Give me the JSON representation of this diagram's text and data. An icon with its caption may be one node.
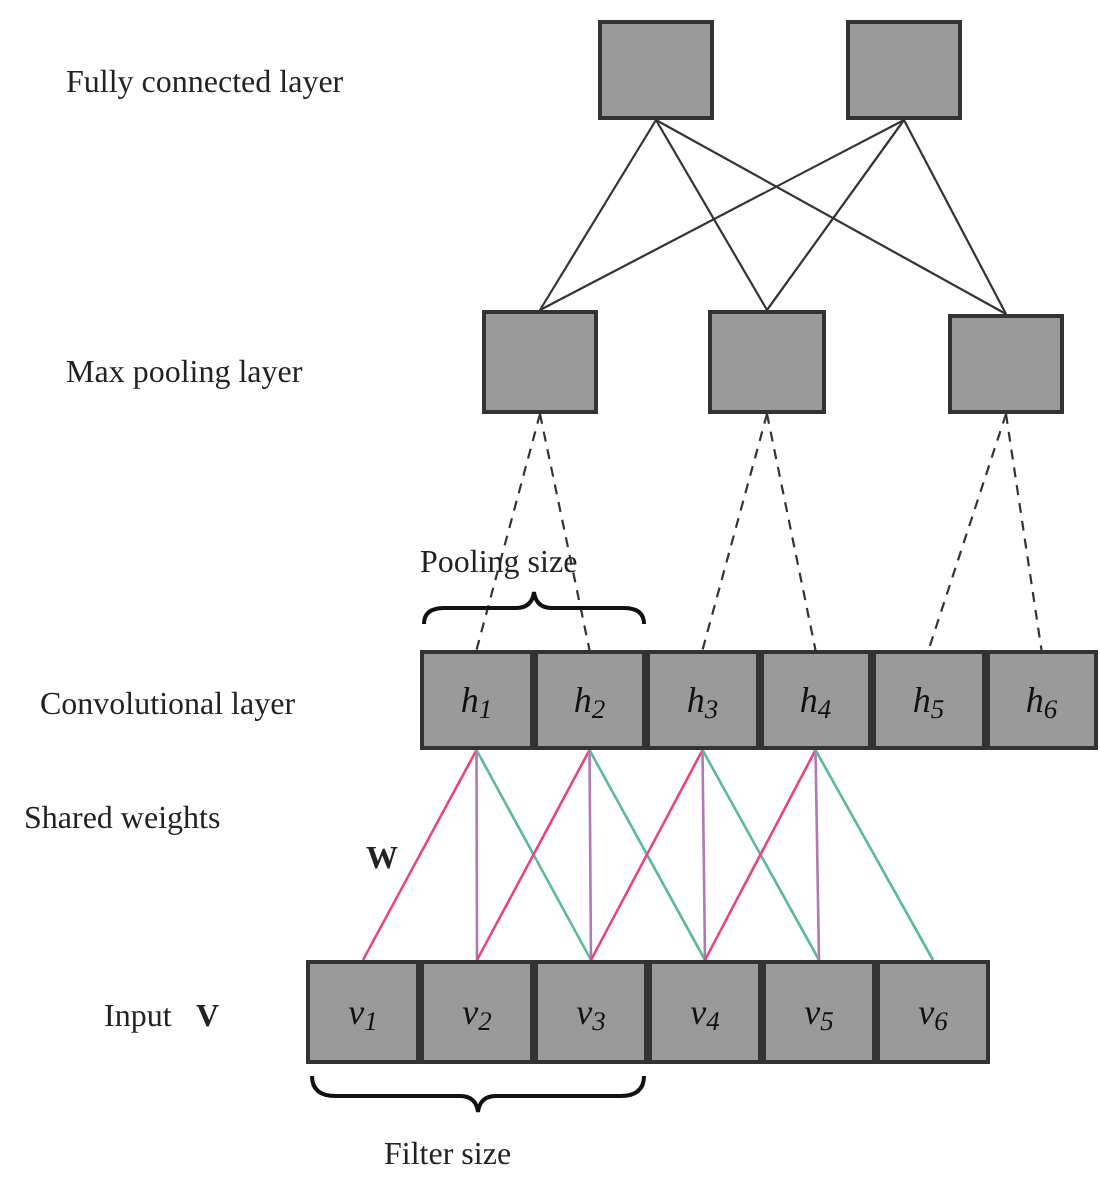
{
  "diagram": {
    "nodes": [
      {
        "text": [],
        "shape": "box"
      },
      {
        "text": [],
        "shape": "box"
      },
      {
        "text": [],
        "shape": "box"
      },
      {
        "text": [],
        "shape": "box"
      },
      {
        "text": [],
        "shape": "box"
      },
      {
        "text": [
          "h$_{1}$"
        ]
      },
      {
        "text": [
          "h$_{2}$"
        ]
      },
      {
        "text": [
          "h$_{3}$"
        ]
      },
      {
        "text": [
          "h$_{4}$"
        ]
      },
      {
        "text": [
          "h$_{5}$"
        ]
      },
      {
        "text": [
          "h$_{6}$"
        ]
      },
      {
        "text": [
          "v$_{1}$"
        ]
      },
      {
        "text": [
          "v$_{2}$"
        ]
      },
      {
        "text": [
          "v$_{3}$"
        ]
      },
      {
        "text": [
          "v$_{4}$"
        ]
      },
      {
        "text": [
          "v$_{5}$"
        ]
      },
      {
        "text": [
          "v$_{6}$"
        ]
      }
    ],
    "edges": [
      {
        "from": 0,
        "to": 2,
        "arrow": "none"
      },
      {
        "from": 0,
        "to": 3,
        "arrow": "none"
      },
      {
        "from": 0,
        "to": 4,
        "arrow": "none"
      },
      {
        "from": 1,
        "to": 2,
        "arrow": "none"
      },
      {
        "from": 1,
        "to": 3,
        "arrow": "none"
      },
      {
        "from": 1,
        "to": 4,
        "arrow": "none"
      },
      {
        "from": 2,
        "to": 5,
        "arrow": "none",
        "style": "dashed"
      },
      {
        "from": 2,
        "to": 6,
        "arrow": "none",
        "style": "dashed"
      },
      {
        "from": 3,
        "to": 7,
        "arrow": "none",
        "style": "dashed"
      },
      {
        "from": 3,
        "to": 8,
        "arrow": "none",
        "style": "dashed"
      },
      {
        "from": 4,
        "to": 9,
        "arrow": "none",
        "style": "dashed"
      },
      {
        "from": 4,
        "to": 10,
        "arrow": "none",
        "style": "dashed"
      },
      {
        "from": 5,
        "to": 11,
        "arrow": "none",
        "color": "#e8457a"
      },
      {
        "from": 5,
        "to": 12,
        "arrow": "none",
        "color": "#b07ab0"
      },
      {
        "from": 5,
        "to": 13,
        "arrow": "none",
        "color": "#5cb8a0"
      },
      {
        "from": 6,
        "to": 12,
        "arrow": "none",
        "color": "#e8457a"
      },
      {
        "from": 6,
        "to": 13,
        "arrow": "none",
        "color": "#b07ab0"
      },
      {
        "from": 6,
        "to": 14,
        "arrow": "none",
        "color": "#5cb8a0"
      },
      {
        "from": 7,
        "to": 13,
        "arrow": "none",
        "color": "#e8457a"
      },
      {
        "from": 7,
        "to": 14,
        "arrow": "none",
        "color": "#b07ab0"
      },
      {
        "from": 7,
        "to": 15,
        "arrow": "none",
        "color": "#5cb8a0"
      },
      {
        "from": 8,
        "to": 14,
        "arrow": "none",
        "color": "#e8457a"
      },
      {
        "from": 8,
        "to": 15,
        "arrow": "none",
        "color": "#b07ab0"
      },
      {
        "from": 8,
        "to": 16,
        "arrow": "none",
        "color": "#5cb8a0"
      }
    ],
    "labels": [
      "Fully connected layer",
      "Max pooling layer",
      "Pooling size",
      "Convolutional layer",
      "Shared weights",
      "W",
      "Input",
      "V",
      "Filter size"
    ]
  }
}
